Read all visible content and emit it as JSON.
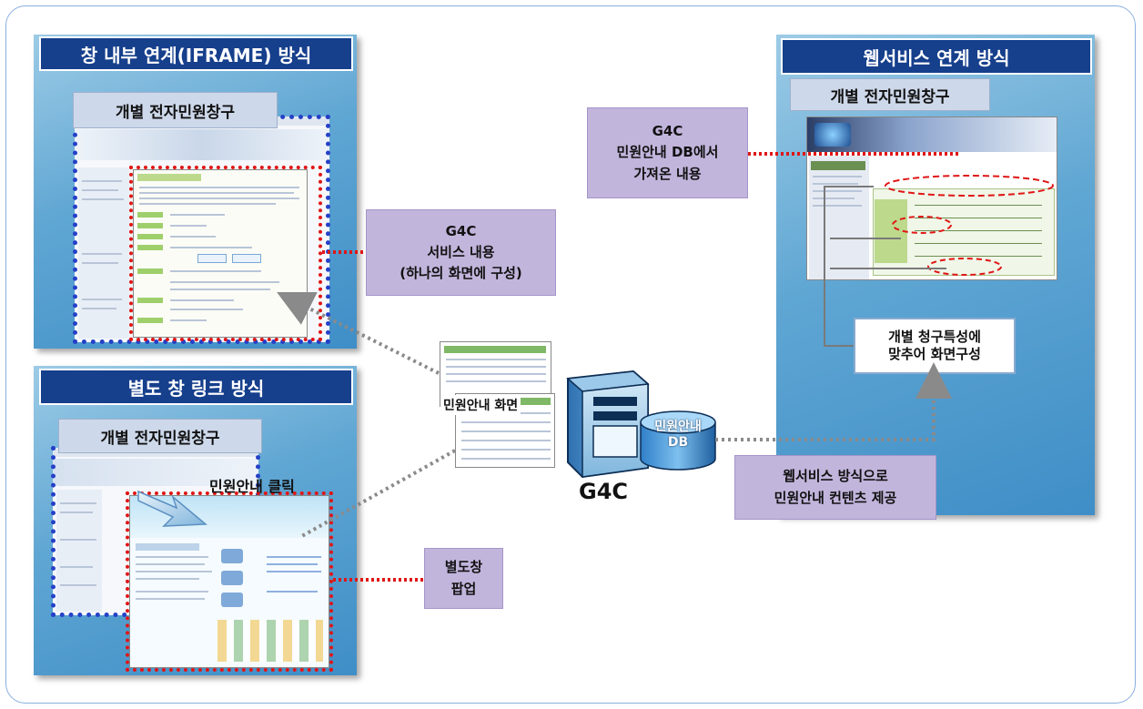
{
  "panels": {
    "iframe": {
      "title": "창 내부 연계(IFRAME) 방식",
      "label": "개별 전자민원창구"
    },
    "link": {
      "title": "별도 창 링크 방식",
      "label": "개별 전자민원창구"
    },
    "webservice": {
      "title": "웹서비스 연계 방식",
      "label": "개별 전자민원창구"
    }
  },
  "notes": {
    "service": {
      "line1": "G4C",
      "line2": "서비스 내용",
      "line3": "(하나의 화면에 구성)"
    },
    "db": {
      "line1": "G4C",
      "line2": "민원안내 DB에서",
      "line3": "가져온 내용"
    },
    "popup": {
      "line1": "별도창",
      "line2": "팝업"
    },
    "webservice_provide": {
      "line1": "웹서비스 방식으로",
      "line2": "민원안내 컨텐츠 제공"
    },
    "custom": {
      "line1": "개별 청구특성에",
      "line2": "맞추어 화면구성"
    }
  },
  "center": {
    "screen_label": "민원안내 화면",
    "db_label_1": "민원안내",
    "db_label_2": "DB",
    "server_label": "G4C"
  },
  "link_click": "민원안내 클릭",
  "colors": {
    "header_bg": "#163f8c",
    "tag_bg": "#cdd8ea",
    "note_bg": "#c2b5dc",
    "red_dotted": "#e01616",
    "blue_dotted": "#2540c8"
  }
}
